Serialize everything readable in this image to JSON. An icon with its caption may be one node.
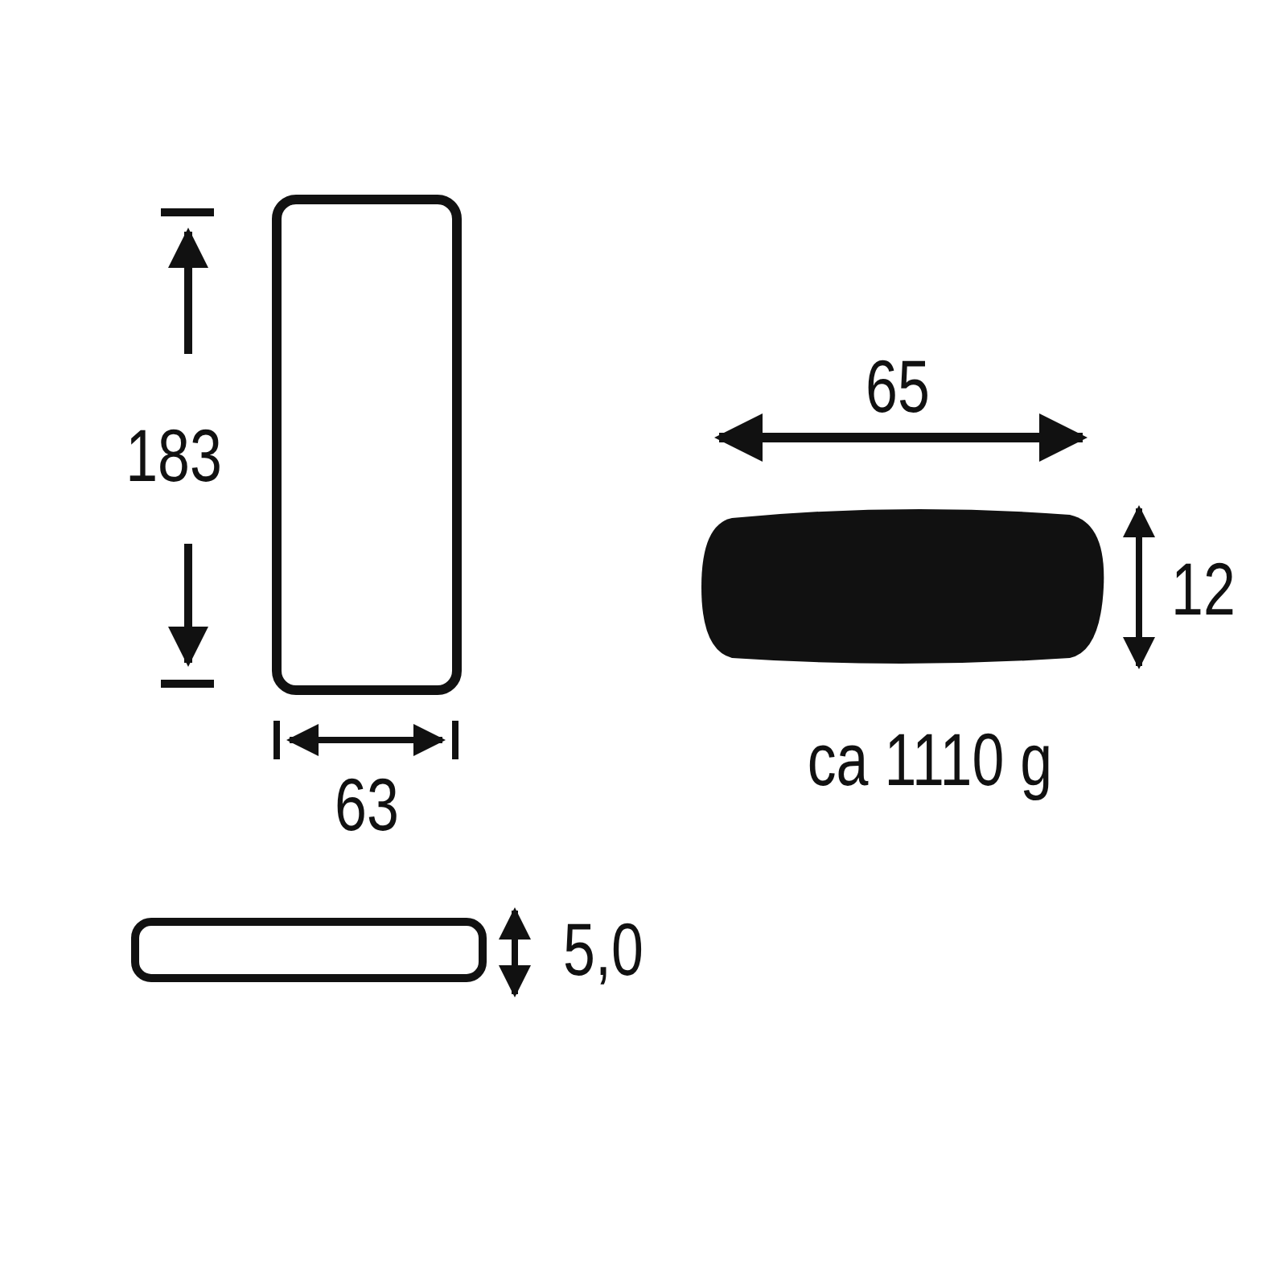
{
  "diagram": {
    "nodes": [
      {
        "text": [],
        "shape": "box"
      },
      {
        "text": [],
        "shape": "box"
      },
      {
        "text": [],
        "shape": "cylinder"
      }
    ],
    "labels": [
      "183",
      "63",
      "5,0",
      "65",
      "12",
      "ca 1110 g"
    ]
  }
}
